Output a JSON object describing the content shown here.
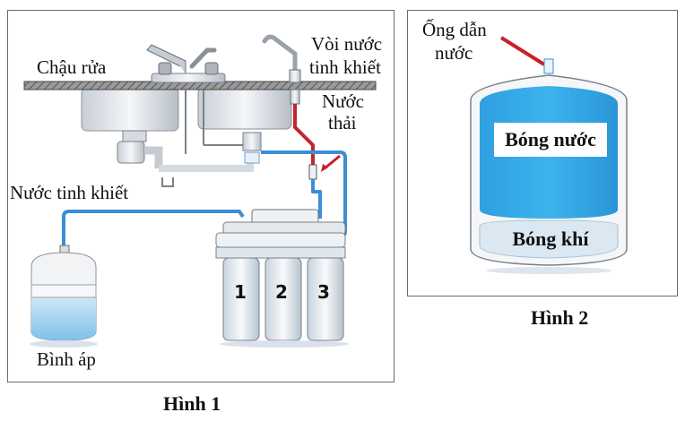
{
  "figure1": {
    "caption": "Hình 1",
    "labels": {
      "sink": "Chậu rửa",
      "faucet_line1": "Vòi nước",
      "faucet_line2": "tinh khiết",
      "waste_line1": "Nước",
      "waste_line2": "thải",
      "pure_water": "Nước tinh khiết",
      "tank": "Bình áp"
    },
    "filter_numbers": [
      "1",
      "2",
      "3"
    ]
  },
  "figure2": {
    "caption": "Hình 2",
    "labels": {
      "pipe_line1": "Ống dẫn",
      "pipe_line2": "nước",
      "water_bladder": "Bóng nước",
      "air_bladder": "Bóng khí"
    }
  },
  "colors": {
    "pure_pipe": "#3a8fd6",
    "waste_pipe": "#c0272d",
    "arrow": "#c8202a",
    "water": "#33a7e6"
  }
}
